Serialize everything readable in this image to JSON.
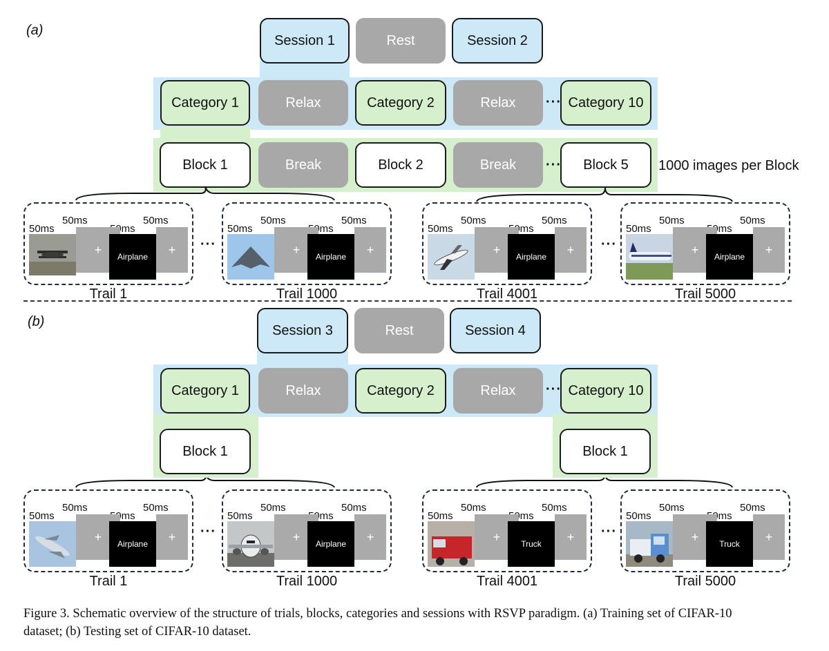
{
  "panel_a": {
    "label": "(a)",
    "sessions": [
      "Session 1",
      "Rest",
      "Session 2"
    ],
    "categories": [
      "Category 1",
      "Relax",
      "Category 2",
      "Relax",
      "Category 10"
    ],
    "blocks": [
      "Block 1",
      "Break",
      "Block 2",
      "Break",
      "Block 5"
    ],
    "block_note": "1000 images per Block",
    "ellipsis": "···",
    "trials": [
      {
        "label": "Trail 1",
        "stim_label": "Airplane",
        "image": "biplane-photo"
      },
      {
        "label": "Trail 1000",
        "stim_label": "Airplane",
        "image": "stealth-bomber-photo"
      },
      {
        "label": "Trail 4001",
        "stim_label": "Airplane",
        "image": "jet-landing-photo"
      },
      {
        "label": "Trail 5000",
        "stim_label": "Airplane",
        "image": "airliner-on-runway-photo"
      }
    ]
  },
  "panel_b": {
    "label": "(b)",
    "sessions": [
      "Session 3",
      "Rest",
      "Session 4"
    ],
    "categories": [
      "Category 1",
      "Relax",
      "Category 2",
      "Relax",
      "Category 10"
    ],
    "blocks": [
      "Block 1",
      "Block 1"
    ],
    "ellipsis": "···",
    "trials": [
      {
        "label": "Trail 1",
        "stim_label": "Airplane",
        "image": "airliner-in-sky-photo"
      },
      {
        "label": "Trail 1000",
        "stim_label": "Airplane",
        "image": "airliner-front-photo"
      },
      {
        "label": "Trail 4001",
        "stim_label": "Truck",
        "image": "fire-truck-photo"
      },
      {
        "label": "Trail 5000",
        "stim_label": "Truck",
        "image": "pickup-truck-photo"
      }
    ]
  },
  "timing": {
    "ms": "50ms",
    "fixation": "+"
  },
  "caption": {
    "line1": "Figure 3. Schematic overview of the structure of trials, blocks, categories and sessions with RSVP paradigm. (a) Training set of CIFAR-10",
    "line2": "dataset; (b) Testing set of CIFAR-10 dataset."
  },
  "colors": {
    "session_blue": "#cde9f7",
    "category_green": "#d6efcc",
    "rest_gray": "#a8a8a8",
    "stim_black": "#000000"
  }
}
